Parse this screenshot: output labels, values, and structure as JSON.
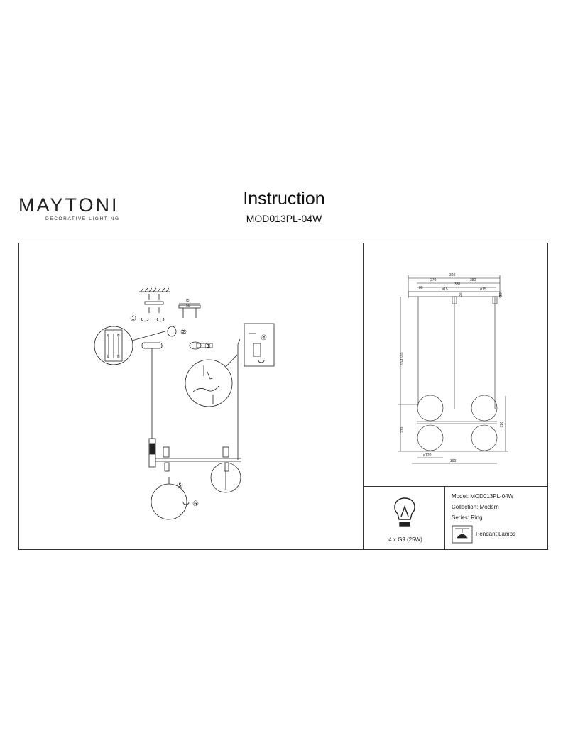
{
  "header": {
    "brand": "MAYTONI",
    "brand_sub": "DECORATIVE LIGHTING",
    "title": "Instruction",
    "model": "MOD013PL-04W"
  },
  "assembly": {
    "steps": [
      "①",
      "②",
      "③",
      "④",
      "⑤",
      "⑥"
    ],
    "dims": [
      "75",
      "50"
    ],
    "wiring_labels": [
      "L",
      "N",
      "L",
      "N"
    ]
  },
  "drawing": {
    "dims": [
      "360",
      "270",
      "380",
      "330",
      "80",
      "ø15",
      "ø15",
      "30",
      "30",
      "60-1560",
      "220",
      "280",
      "ø120",
      "390"
    ]
  },
  "specs": {
    "lamp": "4 x G9 (25W)",
    "model": "Model: MOD013PL-04W",
    "collection": "Collection: Modern",
    "series": "Series: Ring",
    "type": "Pendant Lamps"
  }
}
